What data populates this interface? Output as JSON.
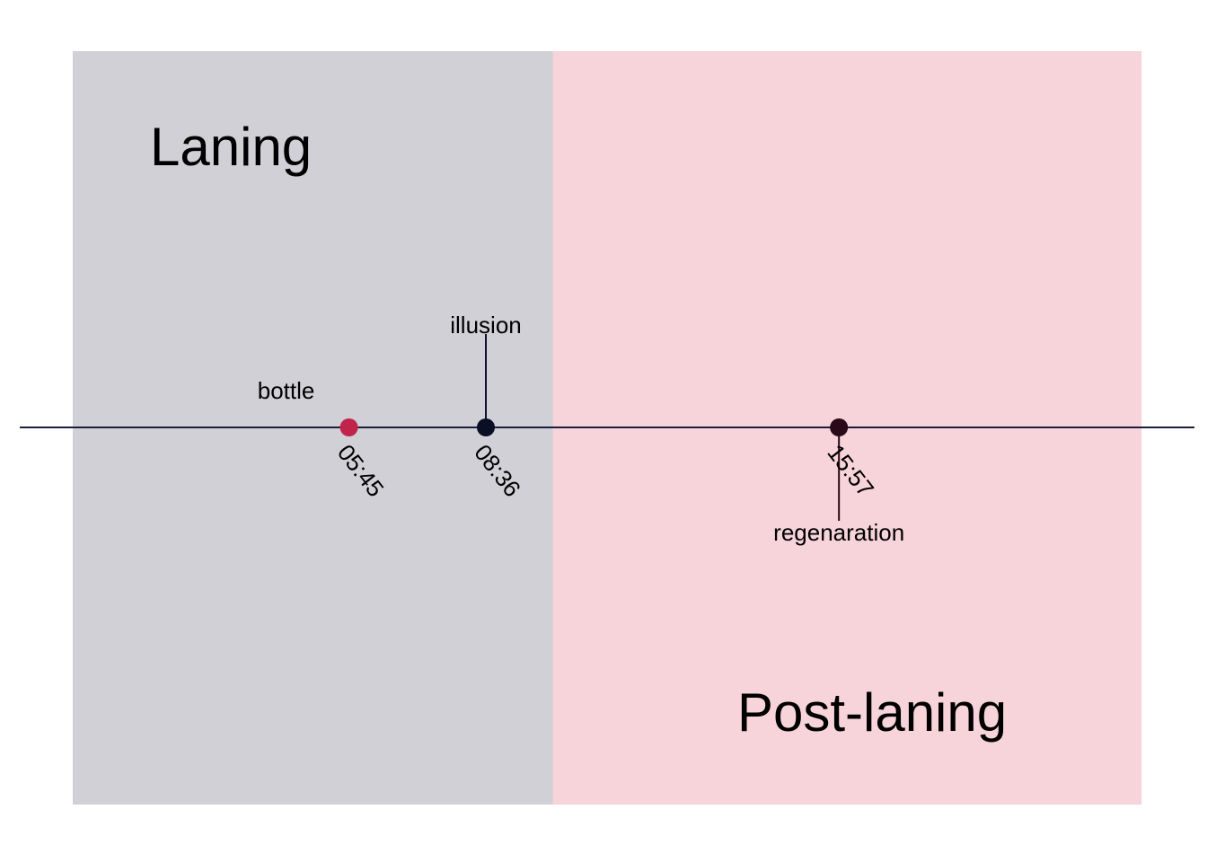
{
  "chart_data": {
    "type": "timeline",
    "x_unit": "mm:ss",
    "xlim_seconds": [
      0,
      1500
    ],
    "axis_color": "#1a1f3a",
    "phases": [
      {
        "name": "Laning",
        "start": "00:00",
        "end": "10:00",
        "color": "#d0d0d6"
      },
      {
        "name": "Post-laning",
        "start": "10:00",
        "end": "22:15",
        "color": "#f7d3da"
      }
    ],
    "events": [
      {
        "time": "05:45",
        "label": "bottle",
        "color": "#c0244a",
        "side": "above",
        "level": 1
      },
      {
        "time": "08:36",
        "label": "illusion",
        "color": "#0a0f25",
        "side": "above",
        "level": 2
      },
      {
        "time": "15:57",
        "label": "regenaration",
        "color": "#2a0a18",
        "side": "below",
        "level": 2
      }
    ]
  }
}
